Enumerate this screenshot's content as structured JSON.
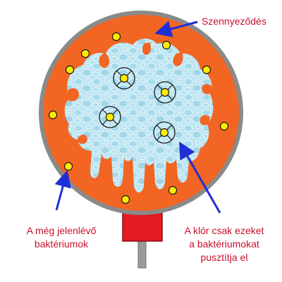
{
  "labels": {
    "contamination": "Szennyeződés",
    "remaining_bacteria": [
      "A még jelenlévő",
      "baktériumok"
    ],
    "chlorine_kills": [
      "A klór csak ezeket",
      "a baktériumokat",
      "pusztítja el"
    ]
  },
  "colors": {
    "shell": "#8a8a8a",
    "contamination": "#f26522",
    "water": "#bfe6f2",
    "bacteria_fill": "#ffeb00",
    "arrow": "#1f2fd6",
    "label_text": "#c8102e",
    "stem": "#e31b23",
    "pipe": "#9a9a9a"
  },
  "icons": {
    "bacterium": "yellow-dot-icon",
    "targeted_bacterium": "crosshair-circle-icon"
  }
}
